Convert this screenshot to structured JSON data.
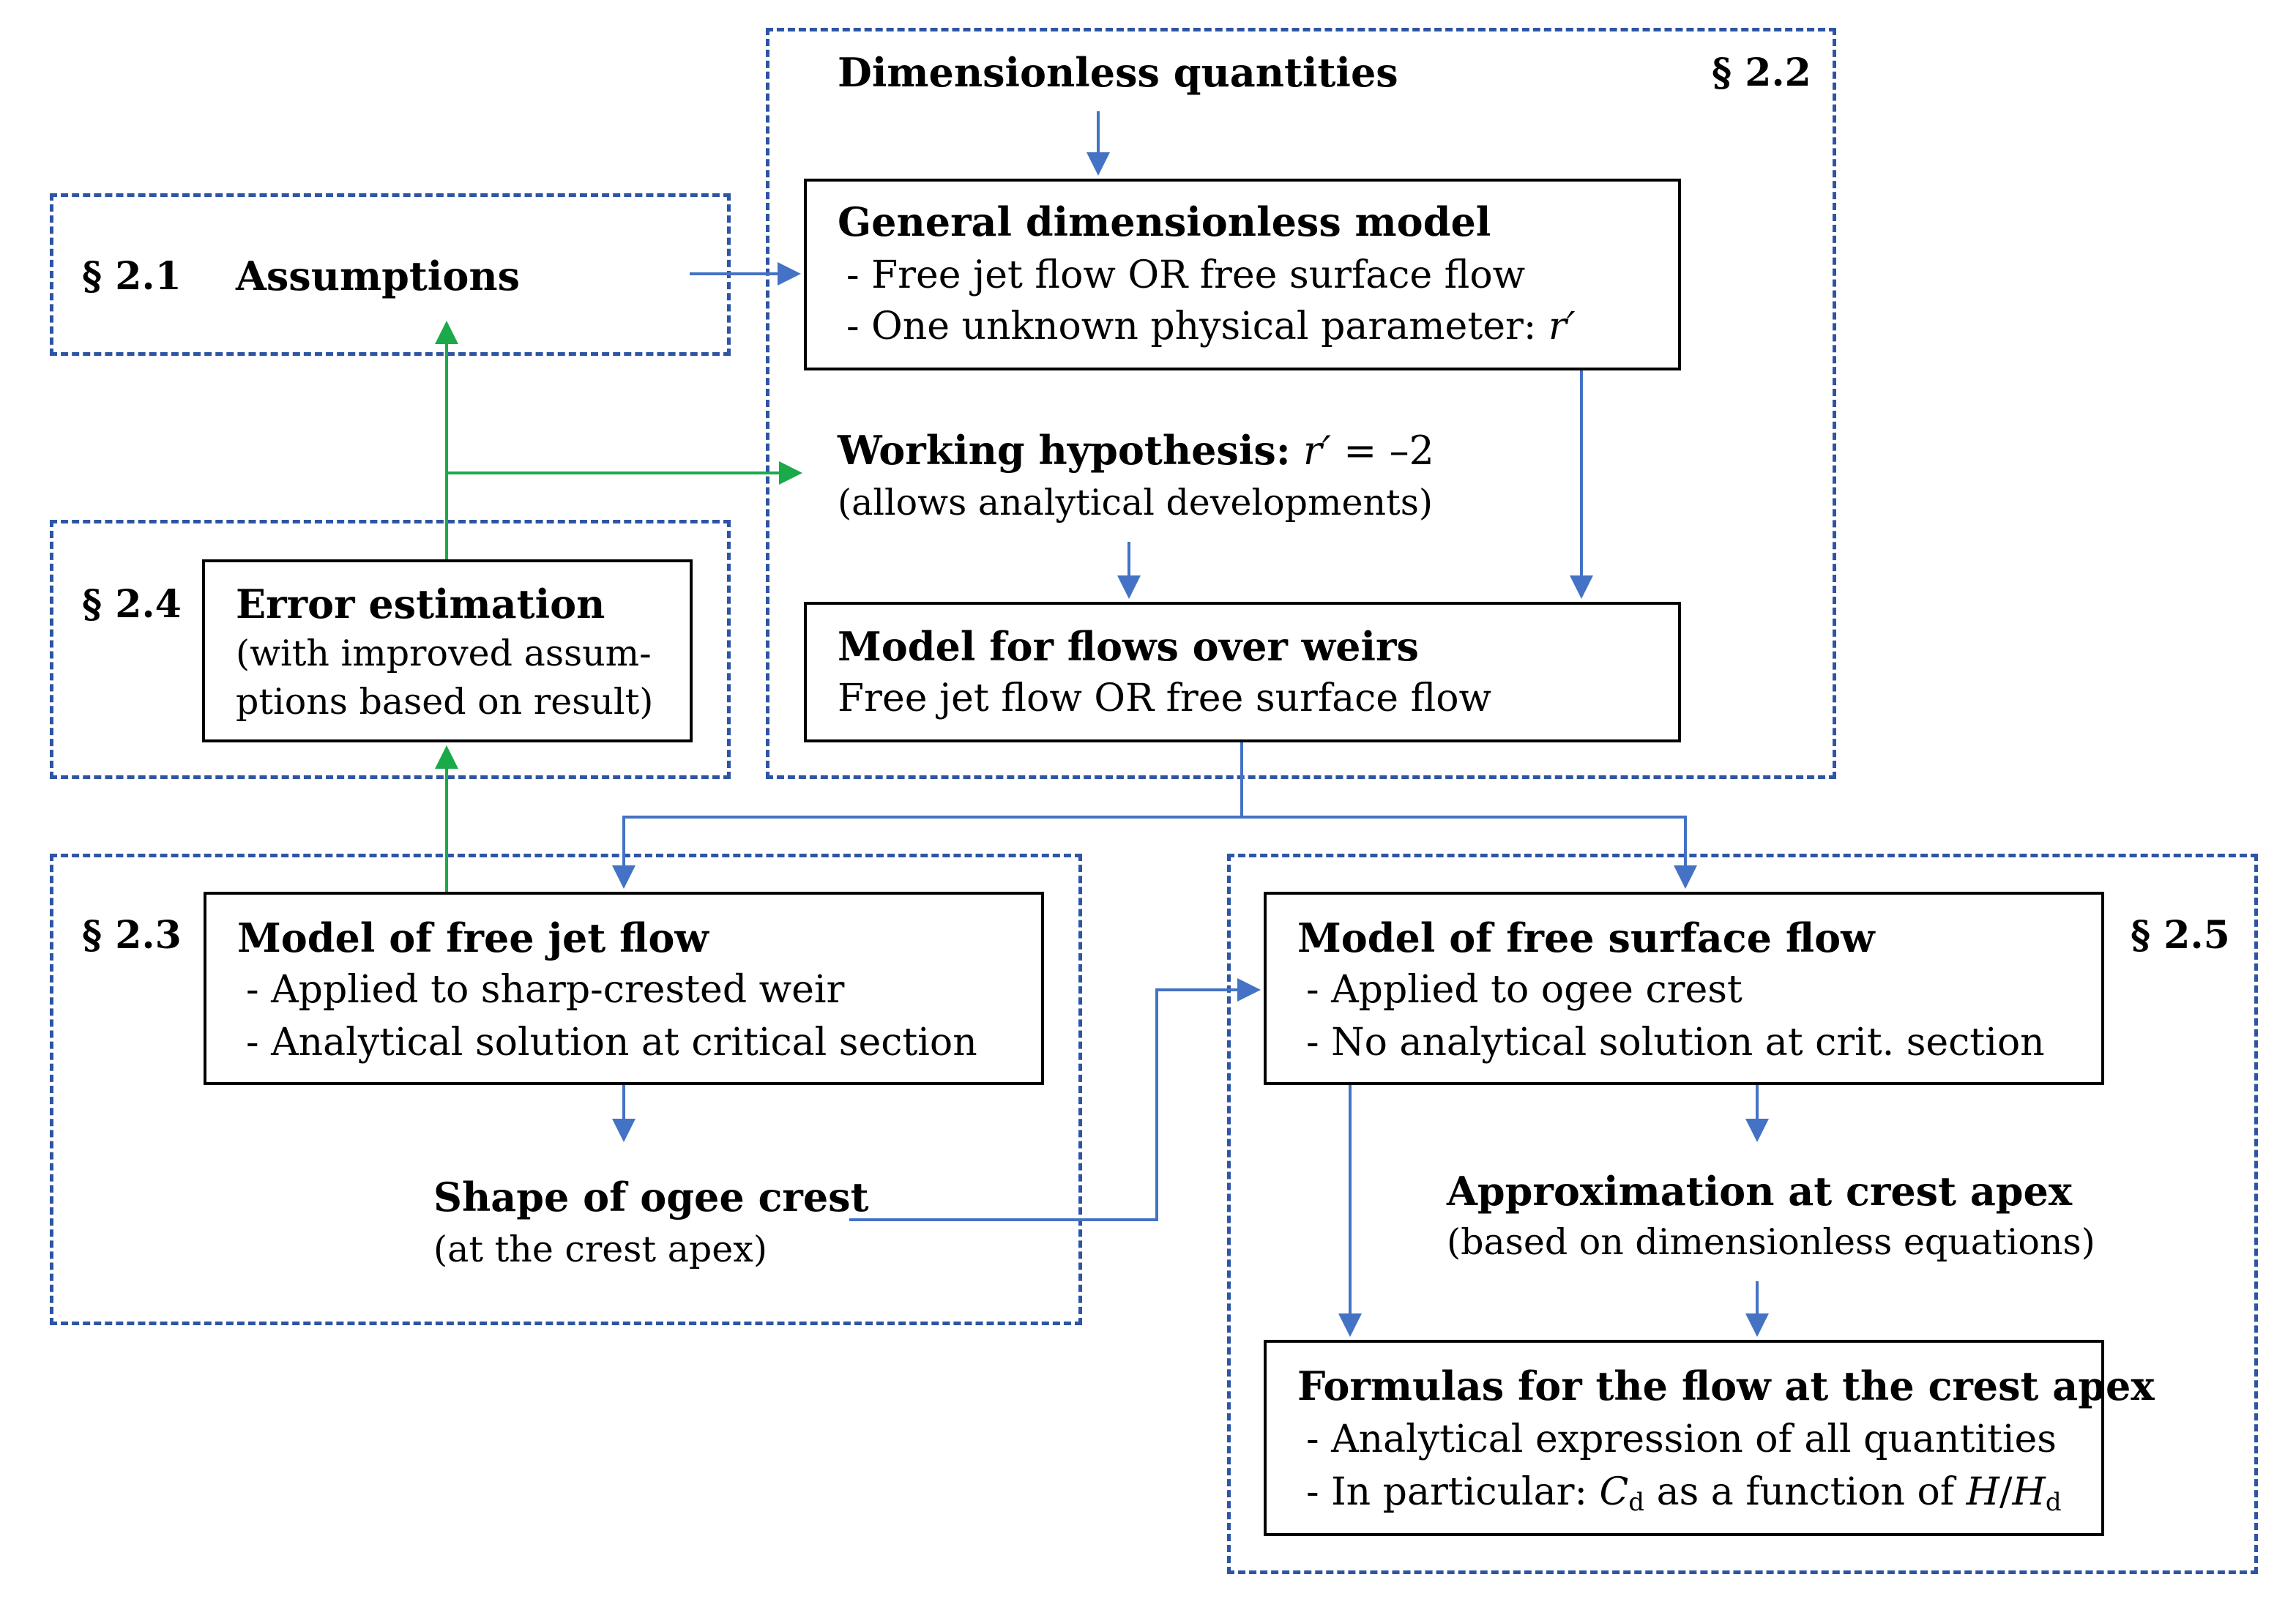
{
  "sections": {
    "s21": "§ 2.1",
    "s22": "§ 2.2",
    "s23": "§ 2.3",
    "s24": "§ 2.4",
    "s25": "§ 2.5"
  },
  "assumptions": "Assumptions",
  "dimensionless": "Dimensionless quantities",
  "general_model": {
    "title": "General dimensionless model",
    "line1": "- Free jet flow OR free surface flow",
    "line2_prefix": "- One unknown physical parameter: ",
    "line2_var": "r′"
  },
  "working_hypothesis": {
    "title": "Working hypothesis:",
    "var": "r′",
    "eq": " = –2",
    "note": "(allows analytical developments)"
  },
  "weirs_model": {
    "title": "Model for flows over weirs",
    "line1": "Free jet flow OR free surface flow"
  },
  "error_estimation": {
    "title": "Error estimation",
    "line1": "(with improved assum-",
    "line2": "ptions based on result)"
  },
  "free_jet": {
    "title": "Model of free jet flow",
    "line1": "- Applied to sharp-crested weir",
    "line2": "- Analytical solution at critical section"
  },
  "ogee_shape": {
    "title": "Shape of ogee crest",
    "note": "(at the crest apex)"
  },
  "free_surface": {
    "title": "Model of free surface flow",
    "line1": "- Applied to ogee crest",
    "line2": "- No analytical solution at crit. section"
  },
  "approximation": {
    "title": "Approximation at crest apex",
    "note": "(based on dimensionless equations)"
  },
  "formulas": {
    "title": "Formulas for the flow at the crest apex",
    "line1": "- Analytical expression of all quantities",
    "line2_prefix": "- In particular: ",
    "cd_var": "C",
    "cd_sub": "d",
    "middle": " as a function of ",
    "h": "H",
    "slash": "/",
    "hd_var": "H",
    "hd_sub": "d"
  },
  "colors": {
    "blue": "#4472c4",
    "green": "#1aaa4a",
    "dash": "#2e55a5"
  }
}
